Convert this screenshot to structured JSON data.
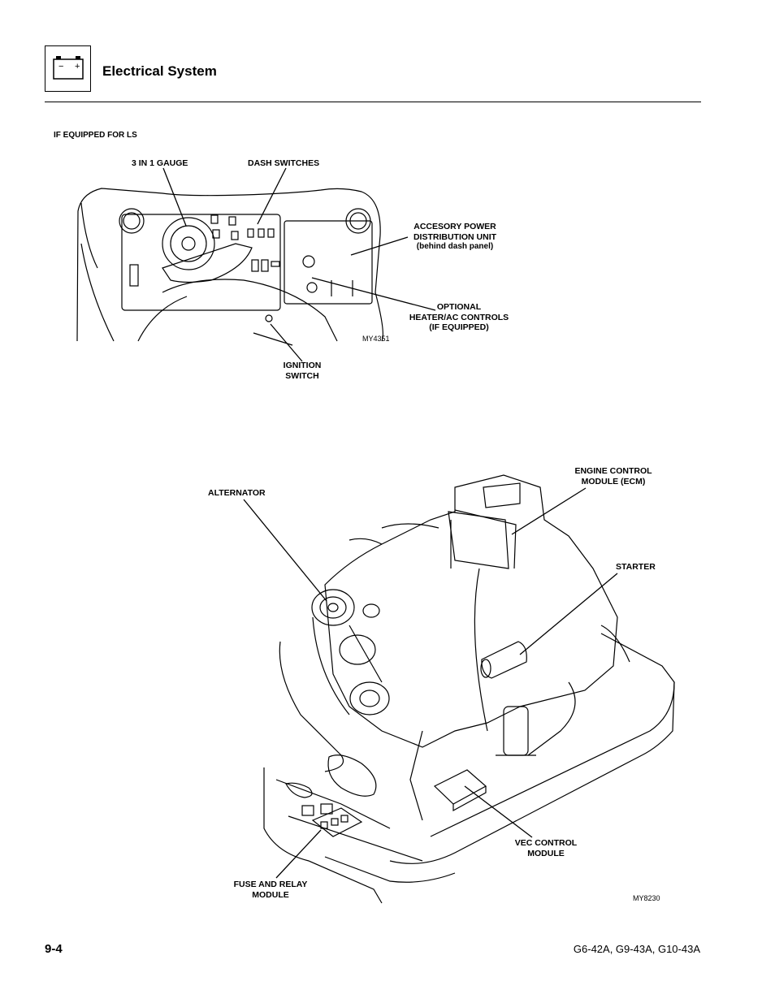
{
  "header": {
    "title": "Electrical System",
    "icon": "battery-icon",
    "battery_minus": "−",
    "battery_plus": "+"
  },
  "section_note": "IF EQUIPPED FOR LS",
  "figure1": {
    "id": "MY4351",
    "labels": {
      "gauge": "3 IN 1 GAUGE",
      "dash_switches": "DASH SWITCHES",
      "apdu_l1": "ACCESORY POWER",
      "apdu_l2": "DISTRIBUTION UNIT",
      "apdu_l3": "(behind dash panel)",
      "heater_l1": "OPTIONAL",
      "heater_l2": "HEATER/AC CONTROLS",
      "heater_l3": "(IF EQUIPPED)",
      "ign_l1": "IGNITION",
      "ign_l2": "SWITCH"
    }
  },
  "figure2": {
    "id": "MY8230",
    "labels": {
      "alternator": "ALTERNATOR",
      "ecm_l1": "ENGINE CONTROL",
      "ecm_l2": "MODULE (ECM)",
      "starter": "STARTER",
      "vec_l1": "VEC CONTROL",
      "vec_l2": "MODULE",
      "fuse_l1": "FUSE AND RELAY",
      "fuse_l2": "MODULE"
    }
  },
  "footer": {
    "page": "9-4",
    "models": "G6-42A, G9-43A, G10-43A"
  }
}
